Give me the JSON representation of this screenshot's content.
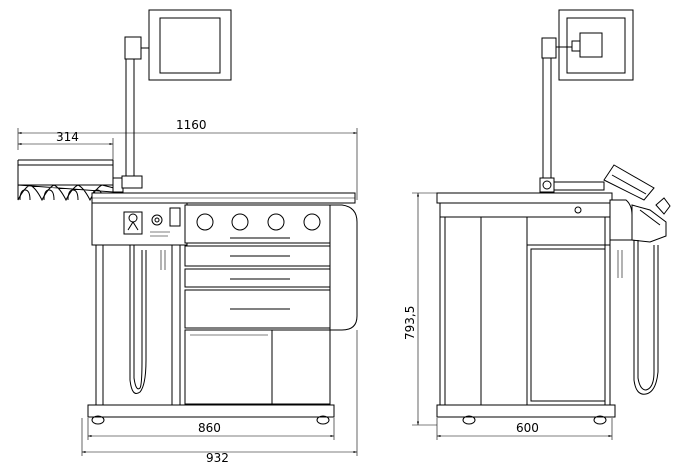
{
  "dimensions": {
    "front_overall_width": "1160",
    "front_tray_width": "314",
    "front_base_width": "860",
    "front_total_base_width": "932",
    "side_height": "793,5",
    "side_depth": "600"
  },
  "colors": {
    "line": "#000000",
    "background": "#ffffff"
  }
}
